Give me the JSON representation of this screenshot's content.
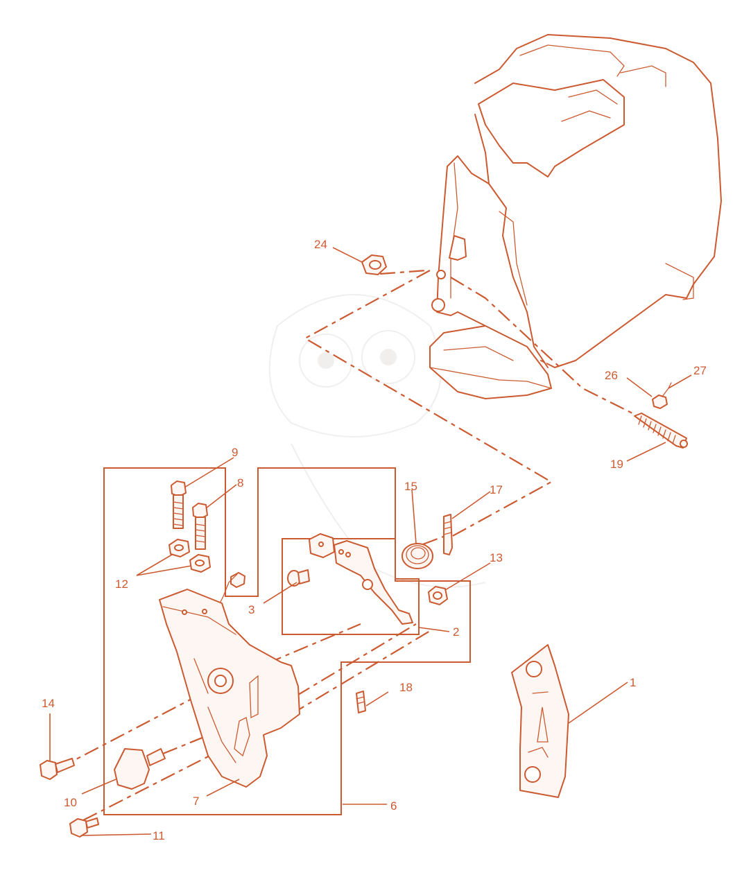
{
  "diagram": {
    "accent_color": "#cc5a30",
    "callouts": [
      {
        "id": "1",
        "text": "1"
      },
      {
        "id": "2",
        "text": "2"
      },
      {
        "id": "3",
        "text": "3"
      },
      {
        "id": "6",
        "text": "6"
      },
      {
        "id": "7",
        "text": "7"
      },
      {
        "id": "8",
        "text": "8"
      },
      {
        "id": "9",
        "text": "9"
      },
      {
        "id": "10",
        "text": "10"
      },
      {
        "id": "11",
        "text": "11"
      },
      {
        "id": "12",
        "text": "12"
      },
      {
        "id": "13",
        "text": "13"
      },
      {
        "id": "14",
        "text": "14"
      },
      {
        "id": "15",
        "text": "15"
      },
      {
        "id": "17",
        "text": "17"
      },
      {
        "id": "18",
        "text": "18"
      },
      {
        "id": "19",
        "text": "19"
      },
      {
        "id": "24",
        "text": "24"
      },
      {
        "id": "26",
        "text": "26"
      },
      {
        "id": "27",
        "text": "27"
      }
    ]
  }
}
